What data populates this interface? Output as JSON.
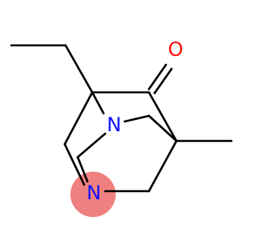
{
  "molecule": {
    "atoms": [
      {
        "id": "N1",
        "label": "N",
        "color": "#1010ff",
        "highlight": "#f08080"
      },
      {
        "id": "N2",
        "label": "N",
        "color": "#1010ff"
      },
      {
        "id": "O",
        "label": "O",
        "color": "#ff0d0d"
      }
    ]
  }
}
